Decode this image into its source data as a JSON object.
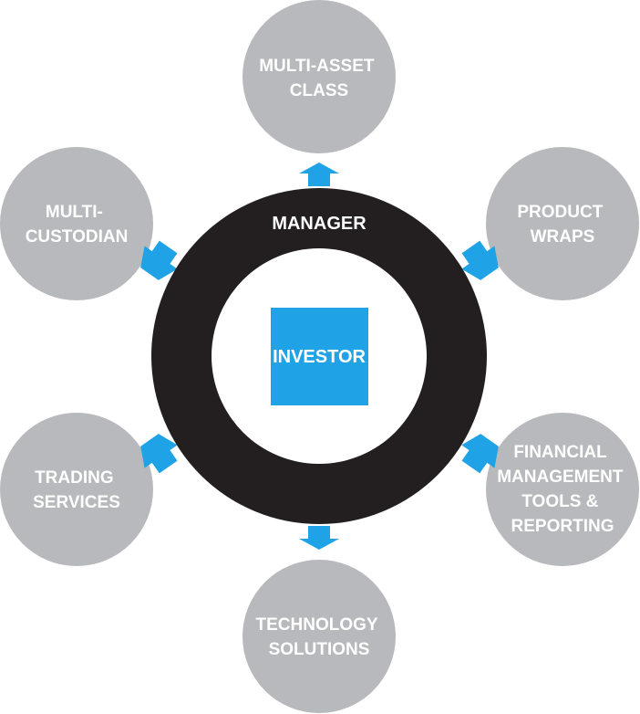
{
  "colors": {
    "node_fill": "#b8b9bc",
    "ring_fill": "#231f20",
    "accent": "#1fa3e6",
    "text": "#ffffff"
  },
  "center": {
    "label": "INVESTOR"
  },
  "ring": {
    "label": "MANAGER"
  },
  "nodes": [
    {
      "id": "multi-asset-class",
      "lines": [
        "MULTI-ASSET",
        "CLASS"
      ]
    },
    {
      "id": "product-wraps",
      "lines": [
        "PRODUCT",
        "WRAPS"
      ]
    },
    {
      "id": "financial-management",
      "lines": [
        "FINANCIAL",
        "MANAGEMENT",
        "TOOLS &",
        "REPORTING"
      ]
    },
    {
      "id": "technology-solutions",
      "lines": [
        "TECHNOLOGY",
        "SOLUTIONS"
      ]
    },
    {
      "id": "trading-services",
      "lines": [
        "TRADING",
        "SERVICES"
      ]
    },
    {
      "id": "multi-custodian",
      "lines": [
        "MULTI-",
        "CUSTODIAN"
      ]
    }
  ]
}
